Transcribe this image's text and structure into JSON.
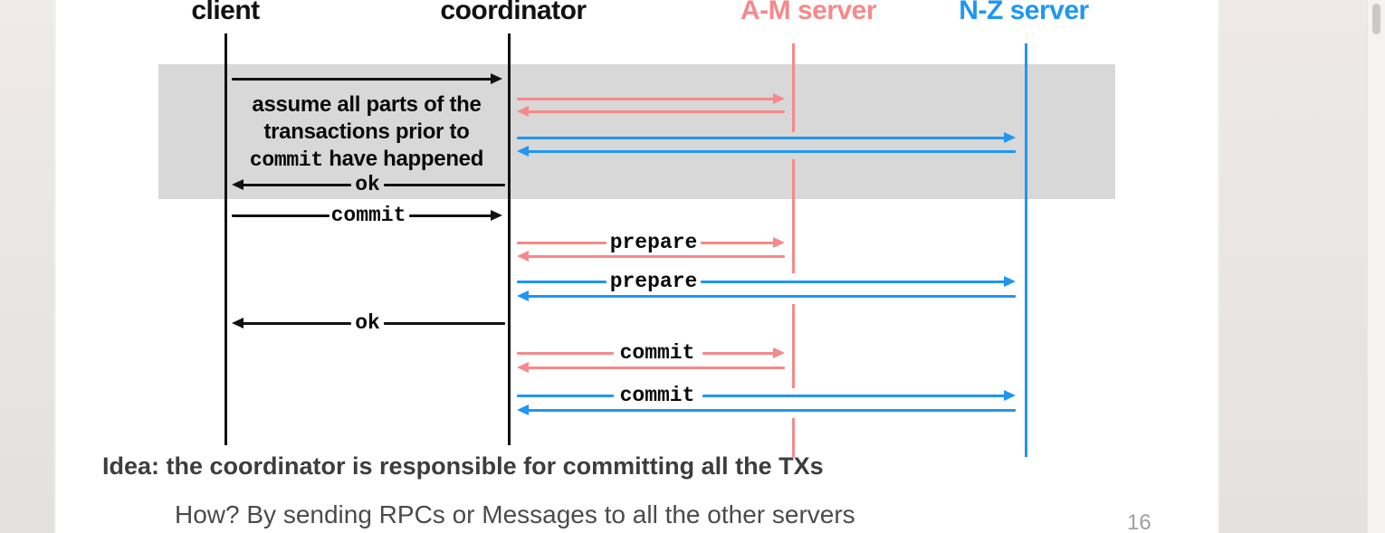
{
  "colors": {
    "am_server": "#F6898B",
    "nz_server": "#2096F3",
    "ink": "#111111",
    "highlight": "#D8D8D8"
  },
  "slide": {
    "actors": [
      {
        "label": "client",
        "color": "#111111"
      },
      {
        "label": "coordinator",
        "color": "#111111"
      },
      {
        "label": "A-M server",
        "color": "#F6898B"
      },
      {
        "label": "N-Z server",
        "color": "#2096F3"
      }
    ],
    "highlight_note": {
      "line1": "assume all parts of the",
      "line2": "transactions prior to",
      "line3_code": "commit",
      "line3_rest": " have happened"
    },
    "messages": [
      {
        "from": "client",
        "to": "coordinator",
        "label": "",
        "color": "black"
      },
      {
        "from": "coordinator",
        "to": "A-M server",
        "label": "",
        "color": "am"
      },
      {
        "from": "A-M server",
        "to": "coordinator",
        "label": "",
        "color": "am"
      },
      {
        "from": "coordinator",
        "to": "N-Z server",
        "label": "",
        "color": "nz"
      },
      {
        "from": "N-Z server",
        "to": "coordinator",
        "label": "",
        "color": "nz"
      },
      {
        "from": "coordinator",
        "to": "client",
        "label": "ok",
        "color": "black"
      },
      {
        "from": "client",
        "to": "coordinator",
        "label": "commit",
        "color": "black"
      },
      {
        "from": "coordinator",
        "to": "A-M server",
        "label": "prepare",
        "color": "am"
      },
      {
        "from": "A-M server",
        "to": "coordinator",
        "label": "",
        "color": "am"
      },
      {
        "from": "coordinator",
        "to": "N-Z server",
        "label": "prepare",
        "color": "nz"
      },
      {
        "from": "N-Z server",
        "to": "coordinator",
        "label": "",
        "color": "nz"
      },
      {
        "from": "coordinator",
        "to": "client",
        "label": "ok",
        "color": "black"
      },
      {
        "from": "coordinator",
        "to": "A-M server",
        "label": "commit",
        "color": "am"
      },
      {
        "from": "A-M server",
        "to": "coordinator",
        "label": "",
        "color": "am"
      },
      {
        "from": "coordinator",
        "to": "N-Z server",
        "label": "commit",
        "color": "nz"
      },
      {
        "from": "N-Z server",
        "to": "coordinator",
        "label": "",
        "color": "nz"
      }
    ],
    "footer": {
      "idea": "Idea: the coordinator is responsible for committing all the TXs",
      "how": "How? By sending RPCs or Messages to all the other servers",
      "page_number": "16"
    }
  }
}
